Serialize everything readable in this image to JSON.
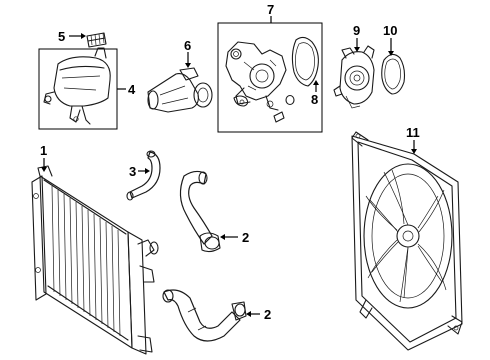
{
  "diagram": {
    "callouts": {
      "radiator": "1",
      "lower_hose": "2",
      "upper_hose": "2",
      "bypass_hose": "3",
      "reservoir": "4",
      "reservoir_cap": "5",
      "thermostat_housing": "6",
      "water_pump_assembly": "7",
      "pump_gasket": "8",
      "aux_pump": "9",
      "aux_pump_seal": "10",
      "fan_shroud": "11"
    }
  }
}
